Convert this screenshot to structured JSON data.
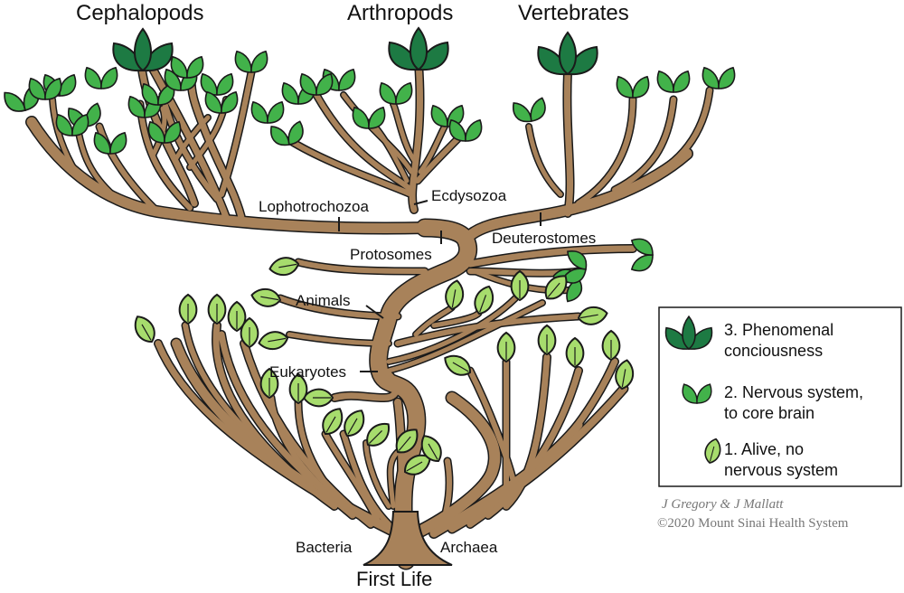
{
  "titles": {
    "cephalopods": "Cephalopods",
    "arthropods": "Arthropods",
    "vertebrates": "Vertebrates"
  },
  "clade_labels": {
    "lophotrochozoa": "Lophotrochozoa",
    "ecdysozoa": "Ecdysozoa",
    "protosomes": "Protosomes",
    "deuterostomes": "Deuterostomes",
    "animals": "Animals",
    "eukaryotes": "Eukaryotes",
    "bacteria": "Bacteria",
    "archaea": "Archaea"
  },
  "root_label": "First Life",
  "legend": {
    "items": [
      {
        "line1": "3. Phenomenal",
        "line2": "conciousness",
        "leaf": "triple-leaf-icon"
      },
      {
        "line1": "2. Nervous system,",
        "line2": "to core brain",
        "leaf": "double-leaf-icon"
      },
      {
        "line1": "1. Alive, no",
        "line2": "nervous system",
        "leaf": "single-leaf-icon"
      }
    ]
  },
  "credit": {
    "authors": "J Gregory & J Mallatt",
    "copyright": "©2020 Mount Sinai Health System"
  },
  "colors": {
    "trunk": "#a8825a",
    "outline": "#1a1a1a",
    "leaf_light": "#a7dc6d",
    "leaf_mid": "#42b24a",
    "leaf_dark": "#1d7a43"
  }
}
